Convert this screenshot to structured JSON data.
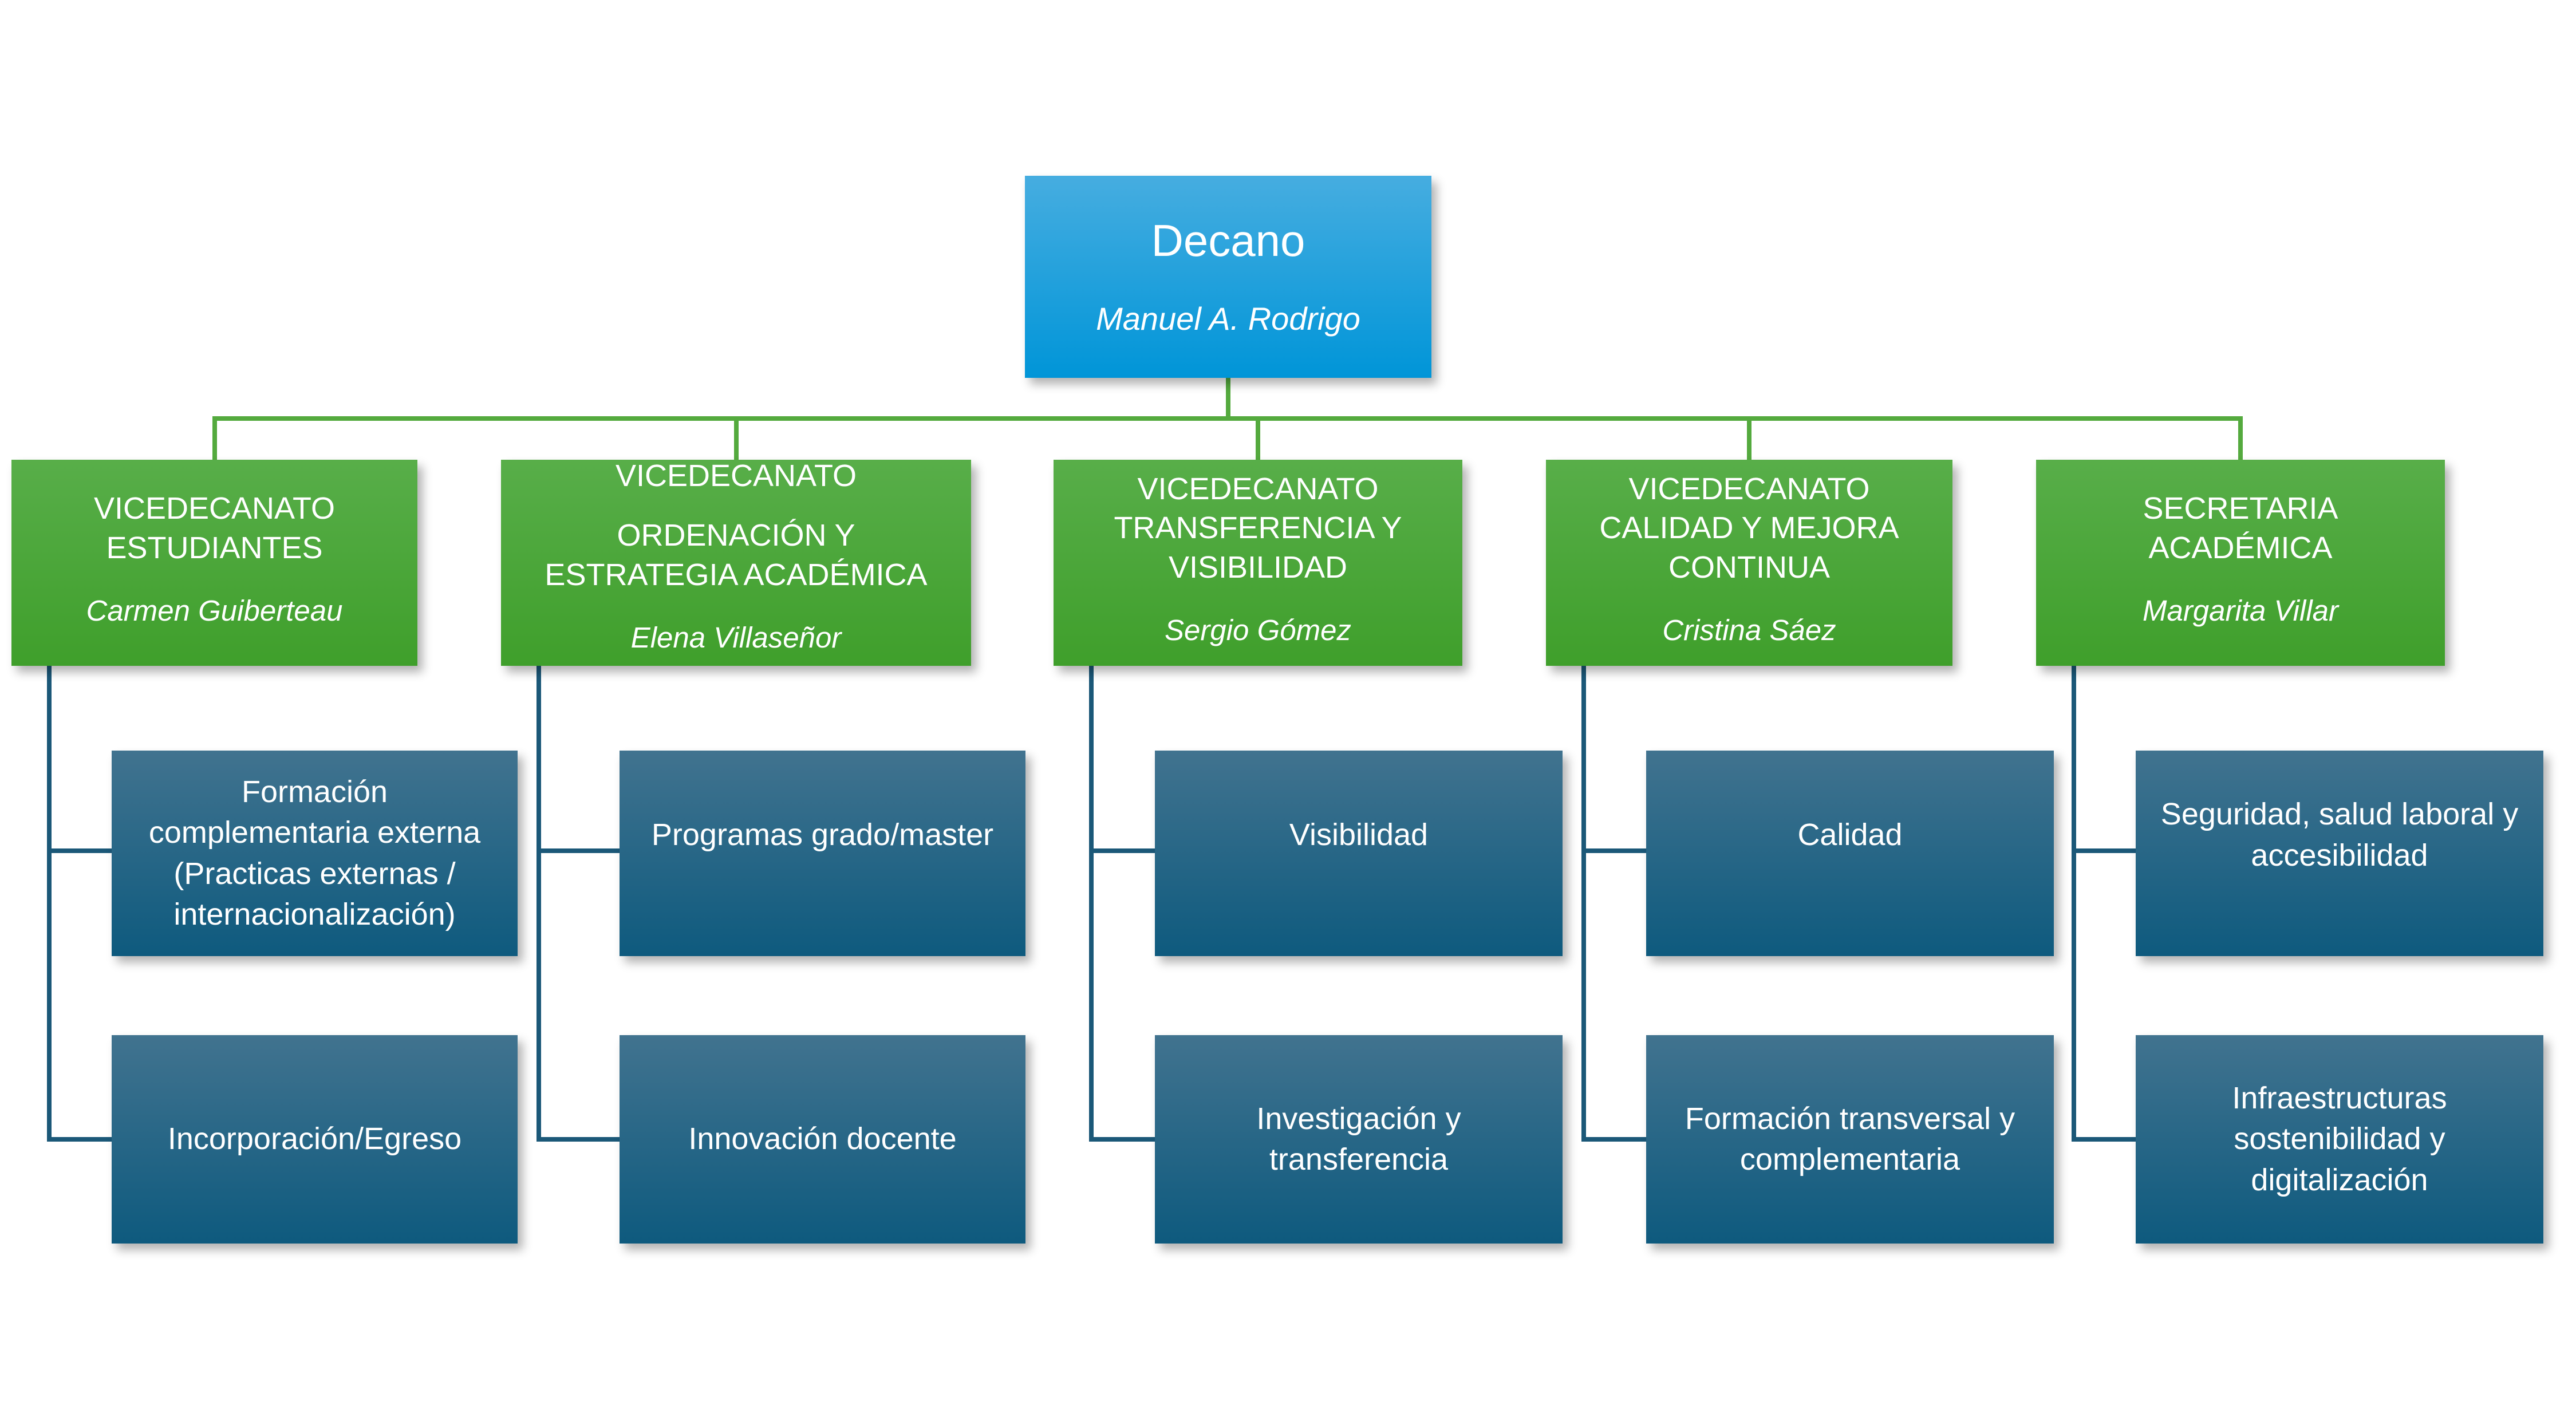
{
  "org": {
    "root": {
      "title": "Decano",
      "name": "Manuel A. Rodrigo"
    },
    "branches": [
      {
        "title": "VICEDECANATO ESTUDIANTES",
        "subtitle": "",
        "name": "Carmen Guiberteau"
      },
      {
        "title": "VICEDECANATO",
        "subtitle": "ORDENACIÓN Y ESTRATEGIA ACADÉMICA",
        "name": "Elena Villaseñor"
      },
      {
        "title": "VICEDECANATO TRANSFERENCIA Y VISIBILIDAD",
        "subtitle": "",
        "name": "Sergio Gómez"
      },
      {
        "title": "VICEDECANATO CALIDAD Y MEJORA CONTINUA",
        "subtitle": "",
        "name": "Cristina Sáez"
      },
      {
        "title": "SECRETARIA ACADÉMICA",
        "subtitle": "",
        "name": "Margarita Villar"
      }
    ],
    "leaves": [
      [
        "Formación complementaria externa (Practicas externas / internacionalización)",
        "Incorporación/Egreso"
      ],
      [
        "Programas grado/master",
        "Innovación docente"
      ],
      [
        "Visibilidad",
        "Investigación y transferencia"
      ],
      [
        "Calidad",
        "Formación transversal y complementaria"
      ],
      [
        "Seguridad, salud laboral y accesibilidad",
        "Infraestructuras sostenibilidad y digitalización"
      ]
    ]
  },
  "colors": {
    "root_gradient_top": "#46ADE0",
    "root_gradient_bottom": "#0095D8",
    "branch_gradient_top": "#58AE49",
    "branch_gradient_bottom": "#3F9F2B",
    "leaf_gradient_top": "#41738F",
    "leaf_gradient_bottom": "#0E5A7E",
    "connector_green": "#54AA3E",
    "connector_blue": "#1B5878",
    "text": "#FFFFFF",
    "background": "#FFFFFF"
  }
}
